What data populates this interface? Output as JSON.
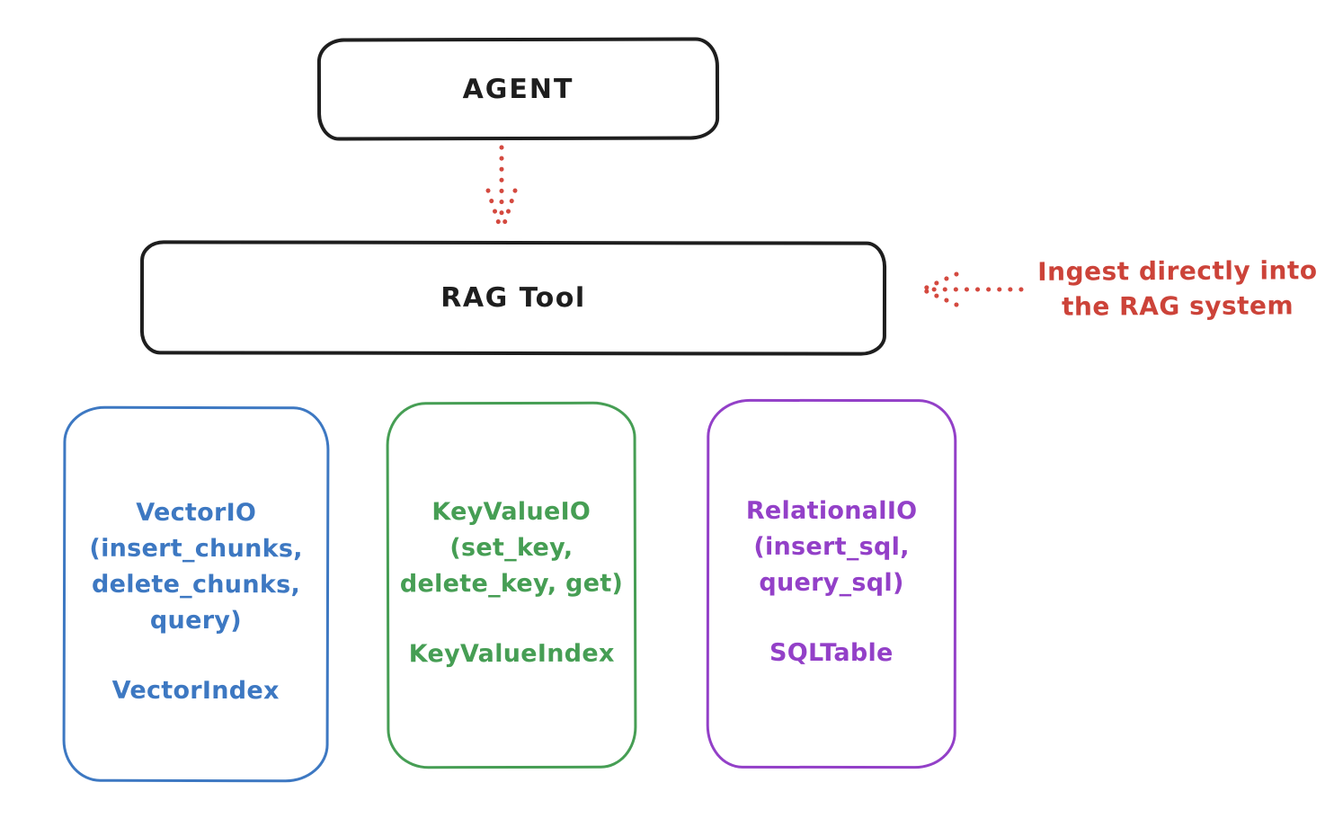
{
  "diagram": {
    "title_hint": "RAG Tool architecture sketch",
    "agent": {
      "label": "AGENT"
    },
    "rag_tool": {
      "label": "RAG Tool"
    },
    "annotation": {
      "line1": "Ingest directly into",
      "line2": "the RAG system"
    },
    "arrows": [
      {
        "name": "agent-to-rag-tool",
        "style": "dotted",
        "direction": "down",
        "color": "#d4493f"
      },
      {
        "name": "ingest-into-rag-tool",
        "style": "dotted",
        "direction": "left",
        "color": "#d4493f"
      }
    ],
    "io_boxes": [
      {
        "id": "vector-io",
        "color": "#3d78c2",
        "lines": [
          "VectorIO",
          "(insert_chunks,",
          "delete_chunks,",
          "query)"
        ],
        "footer": "VectorIndex"
      },
      {
        "id": "keyvalue-io",
        "color": "#469e54",
        "lines": [
          "KeyValueIO",
          "(set_key,",
          "delete_key, get)"
        ],
        "footer": "KeyValueIndex"
      },
      {
        "id": "relational-io",
        "color": "#9340c8",
        "lines": [
          "RelationalIO",
          "(insert_sql,",
          "query_sql)"
        ],
        "footer": "SQLTable"
      }
    ],
    "colors": {
      "ink": "#1e1e1e",
      "red": "#cc4339",
      "blue": "#3d78c2",
      "green": "#469e54",
      "purple": "#9340c8",
      "background": "#ffffff"
    }
  }
}
